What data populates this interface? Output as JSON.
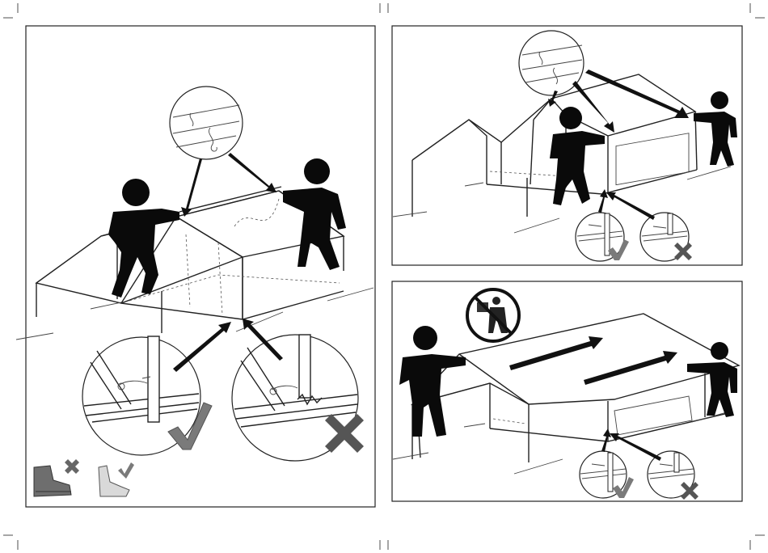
{
  "figure": {
    "panels": [
      {
        "id": "left",
        "step": "lift-roof-two-people"
      },
      {
        "id": "top-right",
        "step": "attach-side-walls"
      },
      {
        "id": "bottom-right",
        "step": "push-canopy-forward"
      }
    ],
    "colors": {
      "ink": "#111111",
      "check": "#7a7a7a",
      "cross": "#555555",
      "boot": "#6e6e6e",
      "foot": "#d9d9d9"
    },
    "icons": [
      "check-icon",
      "cross-icon",
      "boot-icon",
      "bare-foot-icon",
      "no-lifting-sign-icon",
      "person-icon",
      "arrow-icon",
      "magnifier-detail-icon"
    ]
  }
}
